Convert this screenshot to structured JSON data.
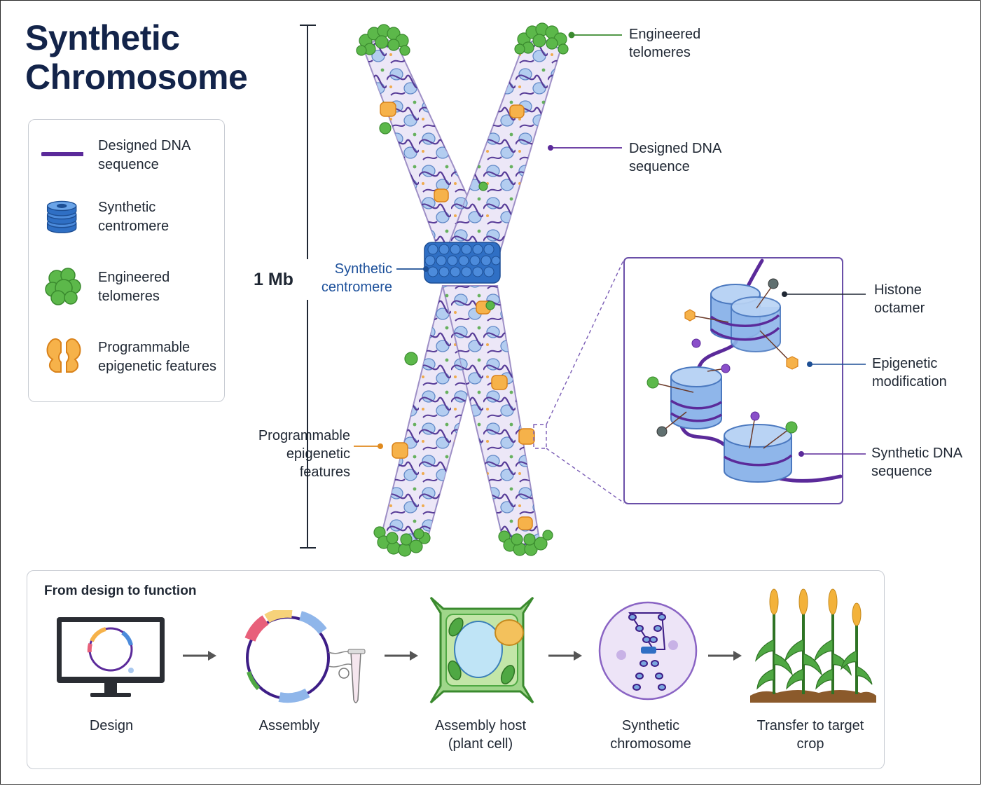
{
  "title": {
    "line1": "Synthetic",
    "line2": "Chromosome"
  },
  "legend": {
    "items": [
      {
        "icon": "dna-strand-icon",
        "label_line1": "Designed DNA",
        "label_line2": "sequence"
      },
      {
        "icon": "centromere-stack-icon",
        "label_line1": "Synthetic",
        "label_line2": "centromere"
      },
      {
        "icon": "telomere-cluster-icon",
        "label_line1": "Engineered",
        "label_line2": "telomeres"
      },
      {
        "icon": "epigenetic-feature-icon",
        "label_line1": "Programmable",
        "label_line2": "epigenetic features"
      }
    ]
  },
  "scale": {
    "label": "1 Mb"
  },
  "chromosome_labels": {
    "telomeres": {
      "line1": "Engineered",
      "line2": "telomeres"
    },
    "dna": {
      "line1": "Designed DNA",
      "line2": "sequence"
    },
    "centromere": {
      "line1": "Synthetic",
      "line2": "centromere"
    },
    "epigenetic": {
      "line1": "Programmable",
      "line2": "epigenetic",
      "line3": "features"
    }
  },
  "inset_labels": {
    "histone": {
      "line1": "Histone",
      "line2": "octamer"
    },
    "modification": {
      "line1": "Epigenetic",
      "line2": "modification"
    },
    "synthetic_dna": {
      "line1": "Synthetic DNA",
      "line2": "sequence"
    }
  },
  "workflow": {
    "title": "From design to function",
    "steps": [
      {
        "icon": "monitor-icon",
        "line1": "Design",
        "line2": ""
      },
      {
        "icon": "plasmid-icon",
        "line1": "Assembly",
        "line2": ""
      },
      {
        "icon": "plant-cell-icon",
        "line1": "Assembly host",
        "line2": "(plant cell)"
      },
      {
        "icon": "chromosome-sphere-icon",
        "line1": "Synthetic",
        "line2": "chromosome"
      },
      {
        "icon": "crop-plants-icon",
        "line1": "Transfer to target",
        "line2": "crop"
      }
    ]
  },
  "colors": {
    "title": "#13244a",
    "dna": "#5b2a9a",
    "centromere": "#2f6fc4",
    "telomere": "#5cb84a",
    "epigenetic": "#f4a52a",
    "nucleosome": "#a9c8ef"
  }
}
